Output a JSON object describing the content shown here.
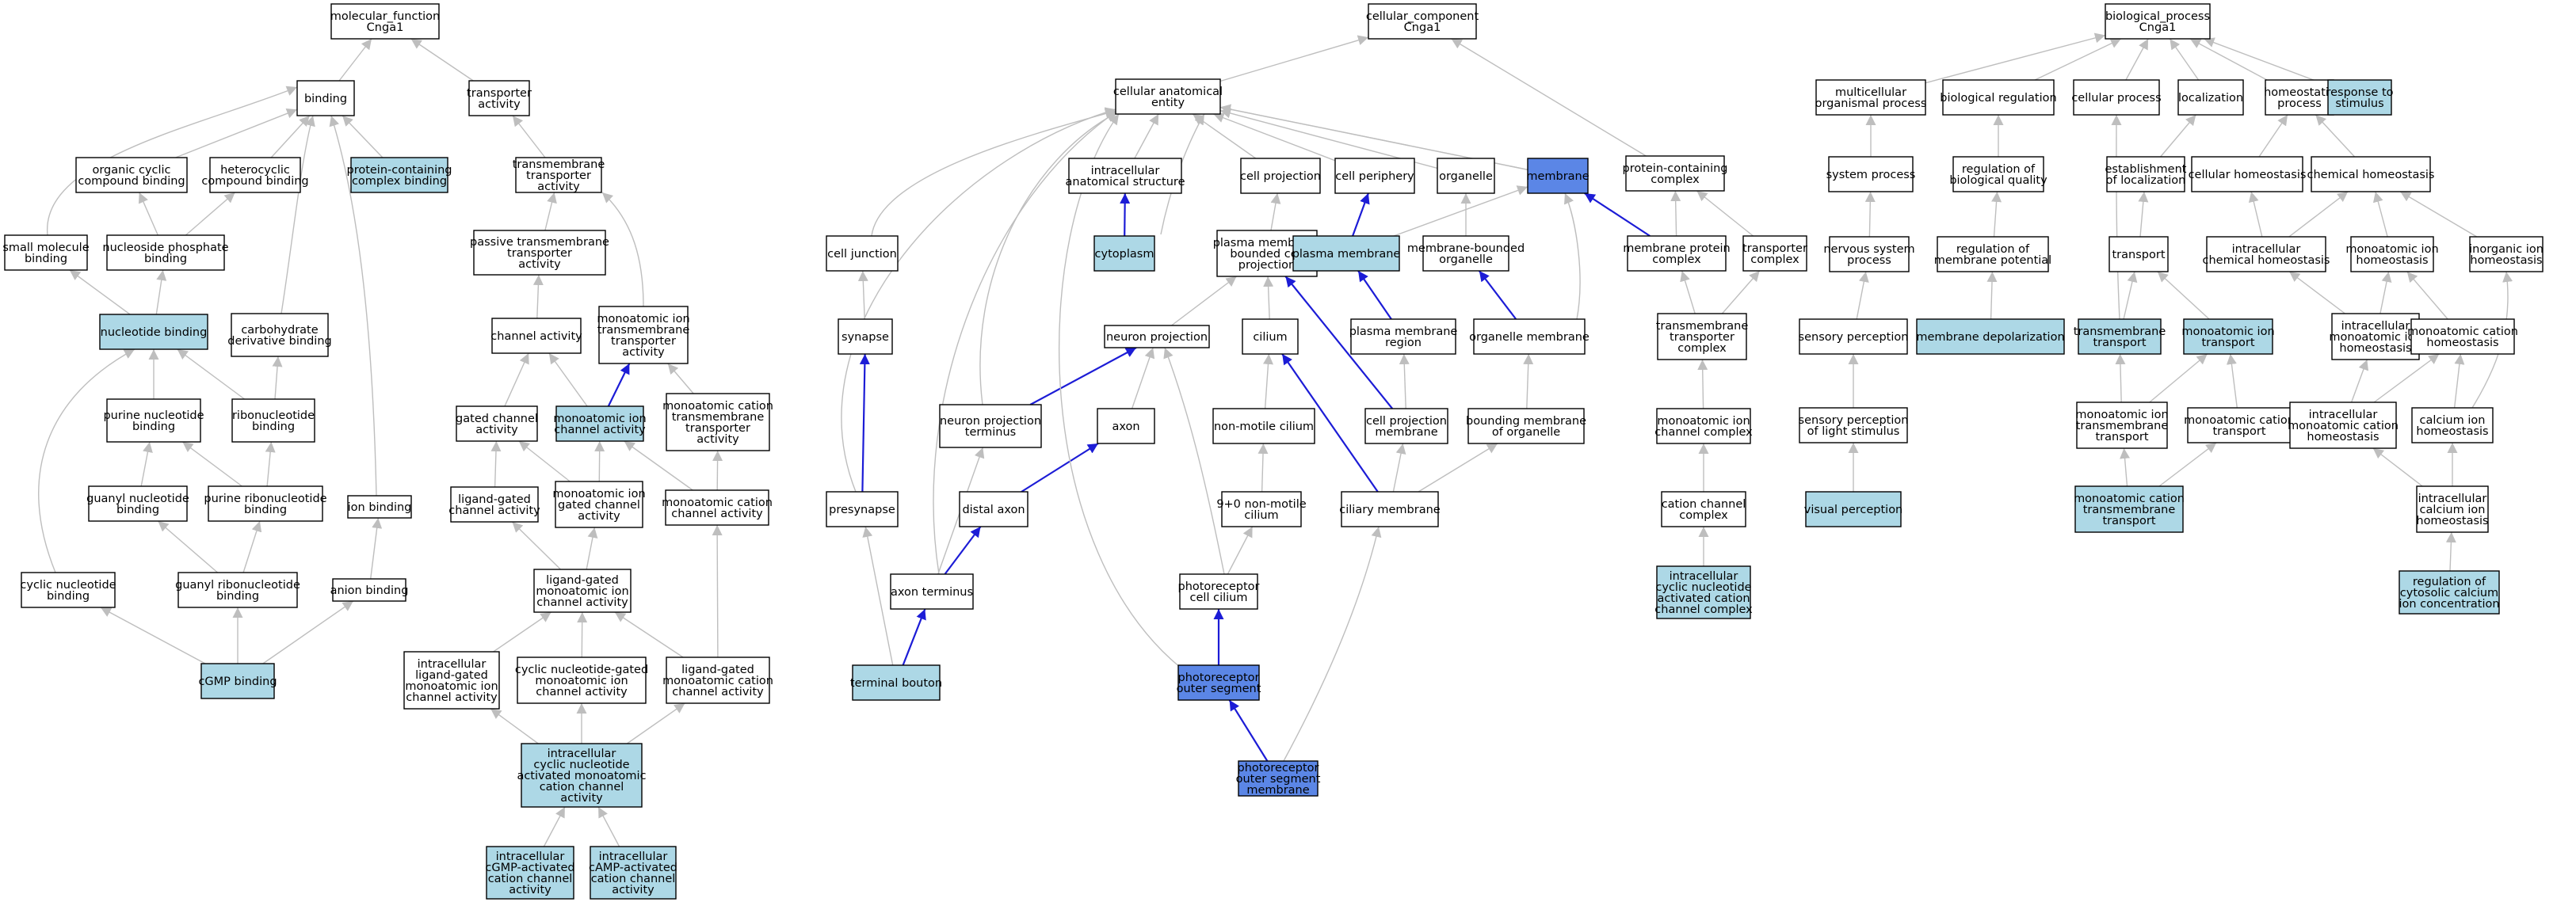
{
  "colors": {
    "white": "#ffffff",
    "light": "#add8e6",
    "blue": "#5b86e6",
    "edge": "#bebebe",
    "strong": "#1c1cd6"
  },
  "nodes": [
    {
      "id": "mf",
      "label": [
        "molecular_function",
        "Cnga1"
      ],
      "fill": "white"
    },
    {
      "id": "binding",
      "label": [
        "binding"
      ],
      "fill": "white"
    },
    {
      "id": "transporter",
      "label": [
        "transporter",
        "activity"
      ],
      "fill": "white"
    },
    {
      "id": "organic",
      "label": [
        "organic cyclic",
        "compound binding"
      ],
      "fill": "white"
    },
    {
      "id": "hetero",
      "label": [
        "heterocyclic",
        "compound binding"
      ],
      "fill": "white"
    },
    {
      "id": "pccb",
      "label": [
        "protein-containing",
        "complex binding"
      ],
      "fill": "light"
    },
    {
      "id": "tmta",
      "label": [
        "transmembrane",
        "transporter",
        "activity"
      ],
      "fill": "white"
    },
    {
      "id": "small",
      "label": [
        "small molecule",
        "binding"
      ],
      "fill": "white"
    },
    {
      "id": "nucphos",
      "label": [
        "nucleoside phosphate",
        "binding"
      ],
      "fill": "white"
    },
    {
      "id": "passive",
      "label": [
        "passive transmembrane",
        "transporter",
        "activity"
      ],
      "fill": "white"
    },
    {
      "id": "nucleotide",
      "label": [
        "nucleotide binding"
      ],
      "fill": "light"
    },
    {
      "id": "carbo",
      "label": [
        "carbohydrate",
        "derivative binding"
      ],
      "fill": "white"
    },
    {
      "id": "channel",
      "label": [
        "channel activity"
      ],
      "fill": "white"
    },
    {
      "id": "mitmta",
      "label": [
        "monoatomic ion",
        "transmembrane",
        "transporter",
        "activity"
      ],
      "fill": "white"
    },
    {
      "id": "purnuc",
      "label": [
        "purine nucleotide",
        "binding"
      ],
      "fill": "white"
    },
    {
      "id": "ribo",
      "label": [
        "ribonucleotide",
        "binding"
      ],
      "fill": "white"
    },
    {
      "id": "gated",
      "label": [
        "gated channel",
        "activity"
      ],
      "fill": "white"
    },
    {
      "id": "mica",
      "label": [
        "monoatomic ion",
        "channel activity"
      ],
      "fill": "light"
    },
    {
      "id": "mctta",
      "label": [
        "monoatomic cation",
        "transmembrane",
        "transporter",
        "activity"
      ],
      "fill": "white"
    },
    {
      "id": "guanyl",
      "label": [
        "guanyl nucleotide",
        "binding"
      ],
      "fill": "white"
    },
    {
      "id": "purribo",
      "label": [
        "purine ribonucleotide",
        "binding"
      ],
      "fill": "white"
    },
    {
      "id": "ion",
      "label": [
        "ion binding"
      ],
      "fill": "white"
    },
    {
      "id": "lgca",
      "label": [
        "ligand-gated",
        "channel activity"
      ],
      "fill": "white"
    },
    {
      "id": "migca",
      "label": [
        "monoatomic ion",
        "gated channel",
        "activity"
      ],
      "fill": "white"
    },
    {
      "id": "mcca",
      "label": [
        "monoatomic cation",
        "channel activity"
      ],
      "fill": "white"
    },
    {
      "id": "cyclic",
      "label": [
        "cyclic nucleotide",
        "binding"
      ],
      "fill": "white"
    },
    {
      "id": "guanylribo",
      "label": [
        "guanyl ribonucleotide",
        "binding"
      ],
      "fill": "white"
    },
    {
      "id": "anion",
      "label": [
        "anion binding"
      ],
      "fill": "white"
    },
    {
      "id": "lgmica",
      "label": [
        "ligand-gated",
        "monoatomic ion",
        "channel activity"
      ],
      "fill": "white"
    },
    {
      "id": "cgmp",
      "label": [
        "cGMP binding"
      ],
      "fill": "light"
    },
    {
      "id": "intralgmica",
      "label": [
        "intracellular",
        "ligand-gated",
        "monoatomic ion",
        "channel activity"
      ],
      "fill": "white"
    },
    {
      "id": "cngmica",
      "label": [
        "cyclic nucleotide-gated",
        "monoatomic ion",
        "channel activity"
      ],
      "fill": "white"
    },
    {
      "id": "lgmcca",
      "label": [
        "ligand-gated",
        "monoatomic cation",
        "channel activity"
      ],
      "fill": "white"
    },
    {
      "id": "icnamcca",
      "label": [
        "intracellular",
        "cyclic nucleotide",
        "activated monoatomic",
        "cation channel",
        "activity"
      ],
      "fill": "light"
    },
    {
      "id": "icgmp",
      "label": [
        "intracellular",
        "cGMP-activated",
        "cation channel",
        "activity"
      ],
      "fill": "light"
    },
    {
      "id": "icamp",
      "label": [
        "intracellular",
        "cAMP-activated",
        "cation channel",
        "activity"
      ],
      "fill": "light"
    },
    {
      "id": "cc",
      "label": [
        "cellular_component",
        "Cnga1"
      ],
      "fill": "white"
    },
    {
      "id": "cae",
      "label": [
        "cellular anatomical",
        "entity"
      ],
      "fill": "white"
    },
    {
      "id": "pcc",
      "label": [
        "protein-containing",
        "complex"
      ],
      "fill": "white"
    },
    {
      "id": "ias",
      "label": [
        "intracellular",
        "anatomical structure"
      ],
      "fill": "white"
    },
    {
      "id": "cellproj",
      "label": [
        "cell projection"
      ],
      "fill": "white"
    },
    {
      "id": "periph",
      "label": [
        "cell periphery"
      ],
      "fill": "white"
    },
    {
      "id": "organelle",
      "label": [
        "organelle"
      ],
      "fill": "white"
    },
    {
      "id": "membrane",
      "label": [
        "membrane"
      ],
      "fill": "blue"
    },
    {
      "id": "cytoplasm",
      "label": [
        "cytoplasm"
      ],
      "fill": "light"
    },
    {
      "id": "junction",
      "label": [
        "cell junction"
      ],
      "fill": "white"
    },
    {
      "id": "pmbcp",
      "label": [
        "plasma membrane",
        "bounded cell",
        "projection"
      ],
      "fill": "white"
    },
    {
      "id": "plasma",
      "label": [
        "plasma membrane"
      ],
      "fill": "light"
    },
    {
      "id": "mbo",
      "label": [
        "membrane-bounded",
        "organelle"
      ],
      "fill": "white"
    },
    {
      "id": "mpc",
      "label": [
        "membrane protein",
        "complex"
      ],
      "fill": "white"
    },
    {
      "id": "tcomplex",
      "label": [
        "transporter",
        "complex"
      ],
      "fill": "white"
    },
    {
      "id": "synapse",
      "label": [
        "synapse"
      ],
      "fill": "white"
    },
    {
      "id": "neuronproj",
      "label": [
        "neuron projection"
      ],
      "fill": "white"
    },
    {
      "id": "cilium",
      "label": [
        "cilium"
      ],
      "fill": "white"
    },
    {
      "id": "pmregion",
      "label": [
        "plasma membrane",
        "region"
      ],
      "fill": "white"
    },
    {
      "id": "orgmem",
      "label": [
        "organelle membrane"
      ],
      "fill": "white"
    },
    {
      "id": "tmtc",
      "label": [
        "transmembrane",
        "transporter",
        "complex"
      ],
      "fill": "white"
    },
    {
      "id": "npterm",
      "label": [
        "neuron projection",
        "terminus"
      ],
      "fill": "white"
    },
    {
      "id": "axon",
      "label": [
        "axon"
      ],
      "fill": "white"
    },
    {
      "id": "nonmotile",
      "label": [
        "non-motile cilium"
      ],
      "fill": "white"
    },
    {
      "id": "cpm",
      "label": [
        "cell projection",
        "membrane"
      ],
      "fill": "white"
    },
    {
      "id": "bmo",
      "label": [
        "bounding membrane",
        "of organelle"
      ],
      "fill": "white"
    },
    {
      "id": "micc",
      "label": [
        "monoatomic ion",
        "channel complex"
      ],
      "fill": "white"
    },
    {
      "id": "presynapse",
      "label": [
        "presynapse"
      ],
      "fill": "white"
    },
    {
      "id": "distalaxon",
      "label": [
        "distal axon"
      ],
      "fill": "white"
    },
    {
      "id": "nine",
      "label": [
        "9+0 non-motile",
        "cilium"
      ],
      "fill": "white"
    },
    {
      "id": "ciliarymem",
      "label": [
        "ciliary membrane"
      ],
      "fill": "white"
    },
    {
      "id": "ccc",
      "label": [
        "cation channel",
        "complex"
      ],
      "fill": "white"
    },
    {
      "id": "axonterm",
      "label": [
        "axon terminus"
      ],
      "fill": "white"
    },
    {
      "id": "photocilium",
      "label": [
        "photoreceptor",
        "cell cilium"
      ],
      "fill": "white"
    },
    {
      "id": "icnacc",
      "label": [
        "intracellular",
        "cyclic nucleotide",
        "activated cation",
        "channel complex"
      ],
      "fill": "light"
    },
    {
      "id": "bouton",
      "label": [
        "terminal bouton"
      ],
      "fill": "light"
    },
    {
      "id": "pos",
      "label": [
        "photoreceptor",
        "outer segment"
      ],
      "fill": "blue"
    },
    {
      "id": "posm",
      "label": [
        "photoreceptor",
        "outer segment",
        "membrane"
      ],
      "fill": "blue"
    },
    {
      "id": "bp",
      "label": [
        "biological_process",
        "Cnga1"
      ],
      "fill": "white"
    },
    {
      "id": "multi",
      "label": [
        "multicellular",
        "organismal process"
      ],
      "fill": "white"
    },
    {
      "id": "bioreg",
      "label": [
        "biological regulation"
      ],
      "fill": "white"
    },
    {
      "id": "cellproc",
      "label": [
        "cellular process"
      ],
      "fill": "white"
    },
    {
      "id": "local",
      "label": [
        "localization"
      ],
      "fill": "white"
    },
    {
      "id": "homeo",
      "label": [
        "homeostatic",
        "process"
      ],
      "fill": "white"
    },
    {
      "id": "stimulus",
      "label": [
        "response to",
        "stimulus"
      ],
      "fill": "light"
    },
    {
      "id": "system",
      "label": [
        "system process"
      ],
      "fill": "white"
    },
    {
      "id": "regbq",
      "label": [
        "regulation of",
        "biological quality"
      ],
      "fill": "white"
    },
    {
      "id": "estab",
      "label": [
        "establishment",
        "of localization"
      ],
      "fill": "white"
    },
    {
      "id": "cellhomeo",
      "label": [
        "cellular homeostasis"
      ],
      "fill": "white"
    },
    {
      "id": "chemhomeo",
      "label": [
        "chemical homeostasis"
      ],
      "fill": "white"
    },
    {
      "id": "nervous",
      "label": [
        "nervous system",
        "process"
      ],
      "fill": "white"
    },
    {
      "id": "regmp",
      "label": [
        "regulation of",
        "membrane potential"
      ],
      "fill": "white"
    },
    {
      "id": "transport",
      "label": [
        "transport"
      ],
      "fill": "white"
    },
    {
      "id": "intrachem",
      "label": [
        "intracellular",
        "chemical homeostasis"
      ],
      "fill": "white"
    },
    {
      "id": "mih",
      "label": [
        "monoatomic ion",
        "homeostasis"
      ],
      "fill": "white"
    },
    {
      "id": "inorg",
      "label": [
        "inorganic ion",
        "homeostasis"
      ],
      "fill": "white"
    },
    {
      "id": "sensory",
      "label": [
        "sensory perception"
      ],
      "fill": "white"
    },
    {
      "id": "memdepol",
      "label": [
        "membrane depolarization"
      ],
      "fill": "light"
    },
    {
      "id": "tmt",
      "label": [
        "transmembrane",
        "transport"
      ],
      "fill": "light"
    },
    {
      "id": "mit",
      "label": [
        "monoatomic ion",
        "transport"
      ],
      "fill": "light"
    },
    {
      "id": "intramih",
      "label": [
        "intracellular",
        "monoatomic ion",
        "homeostasis"
      ],
      "fill": "white"
    },
    {
      "id": "mch",
      "label": [
        "monoatomic cation",
        "homeostasis"
      ],
      "fill": "white"
    },
    {
      "id": "splight",
      "label": [
        "sensory perception",
        "of light stimulus"
      ],
      "fill": "white"
    },
    {
      "id": "mitmt",
      "label": [
        "monoatomic ion",
        "transmembrane",
        "transport"
      ],
      "fill": "white"
    },
    {
      "id": "mct",
      "label": [
        "monoatomic cation",
        "transport"
      ],
      "fill": "white"
    },
    {
      "id": "intramch",
      "label": [
        "intracellular",
        "monoatomic cation",
        "homeostasis"
      ],
      "fill": "white"
    },
    {
      "id": "calcium",
      "label": [
        "calcium ion",
        "homeostasis"
      ],
      "fill": "white"
    },
    {
      "id": "visual",
      "label": [
        "visual perception"
      ],
      "fill": "light"
    },
    {
      "id": "mctmt",
      "label": [
        "monoatomic cation",
        "transmembrane",
        "transport"
      ],
      "fill": "light"
    },
    {
      "id": "intracal",
      "label": [
        "intracellular",
        "calcium ion",
        "homeostasis"
      ],
      "fill": "white"
    },
    {
      "id": "regcyto",
      "label": [
        "regulation of",
        "cytosolic calcium",
        "ion concentration"
      ],
      "fill": "light"
    }
  ]
}
